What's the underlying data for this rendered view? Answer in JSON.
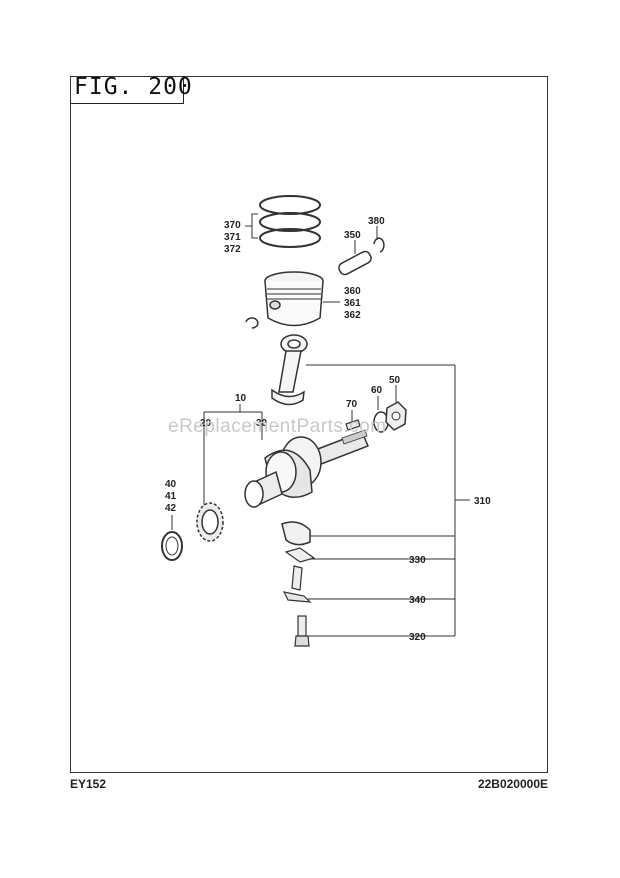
{
  "figure": {
    "title": "FIG. 200"
  },
  "footer": {
    "model": "EY152",
    "code": "22B020000E"
  },
  "watermark": "eReplacementParts.com",
  "callouts": {
    "c370": "370",
    "c371": "371",
    "c372": "372",
    "c350": "350",
    "c380": "380",
    "c360": "360",
    "c361": "361",
    "c362": "362",
    "c10": "10",
    "c20": "20",
    "c30": "30",
    "c70": "70",
    "c60": "60",
    "c50": "50",
    "c40": "40",
    "c41": "41",
    "c42": "42",
    "c310": "310",
    "c330": "330",
    "c340": "340",
    "c320": "320"
  }
}
